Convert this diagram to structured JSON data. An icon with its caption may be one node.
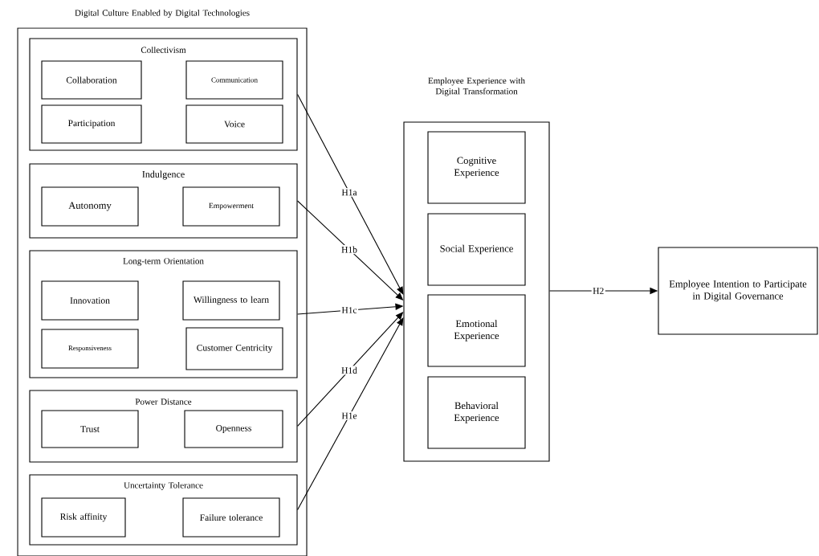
{
  "diagram": {
    "nodes": [
      {
        "text": [
          "Digital Culture Enabled by Digital Technologies"
        ]
      },
      {
        "text": [
          "Collectivism"
        ],
        "in": 0
      },
      {
        "text": [
          "Collaboration"
        ],
        "in": 1
      },
      {
        "text": [
          "Communication"
        ],
        "in": 1
      },
      {
        "text": [
          "Participation"
        ],
        "in": 1
      },
      {
        "text": [
          "Voice"
        ],
        "in": 1
      },
      {
        "text": [
          "Indulgence"
        ],
        "in": 0
      },
      {
        "text": [
          "Autonomy"
        ],
        "in": 6
      },
      {
        "text": [
          "Empowerment"
        ],
        "in": 6
      },
      {
        "text": [
          "Long-term Orientation"
        ],
        "in": 0
      },
      {
        "text": [
          "Innovation"
        ],
        "in": 9
      },
      {
        "text": [
          "Willingness to learn"
        ],
        "in": 9
      },
      {
        "text": [
          "Responsiveness"
        ],
        "in": 9
      },
      {
        "text": [
          "Customer Centricity"
        ],
        "in": 9
      },
      {
        "text": [
          "Power Distance"
        ],
        "in": 0
      },
      {
        "text": [
          "Trust"
        ],
        "in": 14
      },
      {
        "text": [
          "Openness"
        ],
        "in": 14
      },
      {
        "text": [
          "Uncertainty Tolerance"
        ],
        "in": 0
      },
      {
        "text": [
          "Risk affinity"
        ],
        "in": 17
      },
      {
        "text": [
          "Failure tolerance"
        ],
        "in": 17
      },
      {
        "text": [
          "Employee Experience with Digital Transformation"
        ]
      },
      {
        "text": [
          "Cognitive Experience"
        ],
        "in": 20
      },
      {
        "text": [
          "Social Experience"
        ],
        "in": 20
      },
      {
        "text": [
          "Emotional Experience"
        ],
        "in": 20
      },
      {
        "text": [
          "Behavioral Experience"
        ],
        "in": 20
      },
      {
        "text": [
          "Employee Intention to Participate in Digital Governance"
        ]
      }
    ],
    "edges": [
      {
        "from": 1,
        "to": 20,
        "arrow": "to",
        "label": "H1a"
      },
      {
        "from": 6,
        "to": 20,
        "arrow": "to",
        "label": "H1b"
      },
      {
        "from": 9,
        "to": 20,
        "arrow": "to",
        "label": "H1c"
      },
      {
        "from": 14,
        "to": 20,
        "arrow": "to",
        "label": "H1d"
      },
      {
        "from": 17,
        "to": 20,
        "arrow": "to",
        "label": "H1e"
      },
      {
        "from": 20,
        "to": 25,
        "arrow": "to",
        "label": "H2"
      }
    ]
  }
}
